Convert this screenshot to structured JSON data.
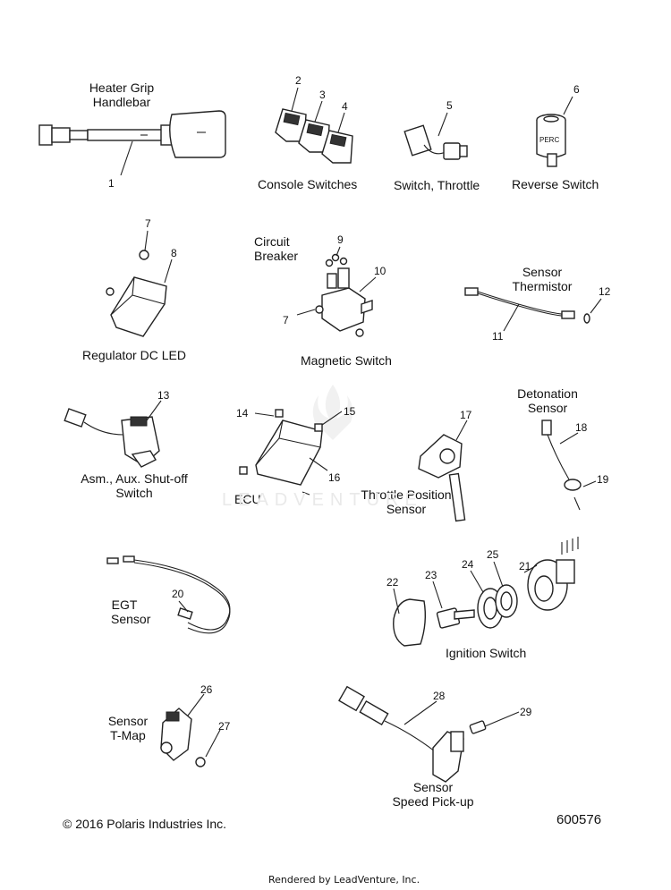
{
  "labels": {
    "heater_grip": [
      "Heater Grip",
      "Handlebar"
    ],
    "console_switches": "Console Switches",
    "switch_throttle": "Switch, Throttle",
    "reverse_switch": "Reverse Switch",
    "circuit_breaker": [
      "Circuit",
      "Breaker"
    ],
    "sensor_thermistor": [
      "Sensor",
      "Thermistor"
    ],
    "regulator": "Regulator DC LED",
    "magnetic_switch": "Magnetic Switch",
    "detonation_sensor": [
      "Detonation",
      "Sensor"
    ],
    "aux_shutoff": [
      "Asm., Aux. Shut-off",
      "Switch"
    ],
    "ecu": "ECU",
    "tps": [
      "Throttle Position",
      "Sensor"
    ],
    "egt": [
      "EGT",
      "Sensor"
    ],
    "ignition_switch": "Ignition Switch",
    "tmap": [
      "Sensor",
      "T-Map"
    ],
    "speed_pickup": [
      "Sensor",
      "Speed Pick-up"
    ],
    "perc": "PERC"
  },
  "callouts": {
    "c1": "1",
    "c2": "2",
    "c3": "3",
    "c4": "4",
    "c5": "5",
    "c6": "6",
    "c7a": "7",
    "c7b": "7",
    "c8": "8",
    "c9": "9",
    "c10": "10",
    "c11": "11",
    "c12": "12",
    "c13": "13",
    "c14": "14",
    "c15": "15",
    "c16": "16",
    "c17": "17",
    "c18": "18",
    "c19": "19",
    "c20": "20",
    "c21": "21",
    "c22": "22",
    "c23": "23",
    "c24": "24",
    "c25": "25",
    "c26": "26",
    "c27": "27",
    "c28": "28",
    "c29": "29"
  },
  "footer": {
    "copyright": "© 2016 Polaris Industries Inc.",
    "diagram_number": "600576",
    "rendered_by": "Rendered by LeadVenture, Inc."
  },
  "watermark": "LEADVENTURE"
}
